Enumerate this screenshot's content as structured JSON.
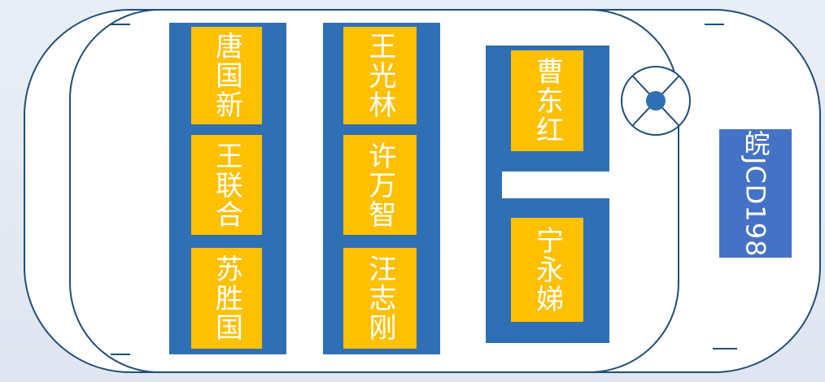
{
  "car": {
    "plate": "皖JCD198"
  },
  "rows": [
    {
      "id": "left",
      "seats": [
        "唐国新",
        "王联合",
        "苏胜国"
      ]
    },
    {
      "id": "middle",
      "seats": [
        "王光林",
        "许万智",
        "汪志刚"
      ]
    },
    {
      "id": "front",
      "seats": [
        "曹东红",
        "宁永娣"
      ]
    }
  ],
  "colors": {
    "row": "#2f6fb3",
    "seat": "#ffc000",
    "plate": "#4472c4",
    "outline": "#1f4e79"
  },
  "icons": [
    "steering-wheel-icon"
  ]
}
